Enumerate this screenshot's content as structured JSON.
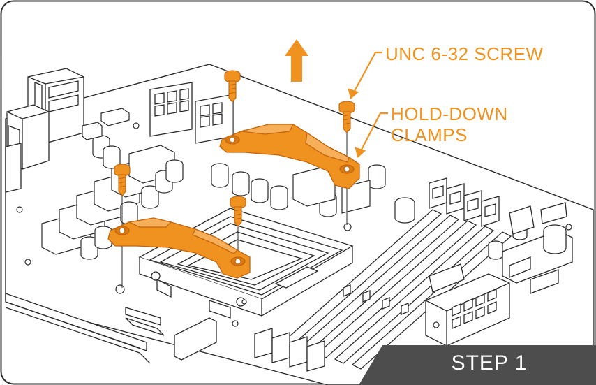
{
  "colors": {
    "accent": "#f0921f",
    "accent_dark": "#c2650d",
    "line": "#2b2b2b",
    "badge": "#4d4d4d",
    "badge_text": "#ffffff"
  },
  "callouts": {
    "screw_label": "UNC 6-32 SCREW",
    "clamps_line1": "HOLD-DOWN",
    "clamps_line2": "CLAMPS"
  },
  "step": {
    "label": "STEP 1"
  },
  "icons": {
    "lift_arrow": "up-arrow-icon"
  }
}
